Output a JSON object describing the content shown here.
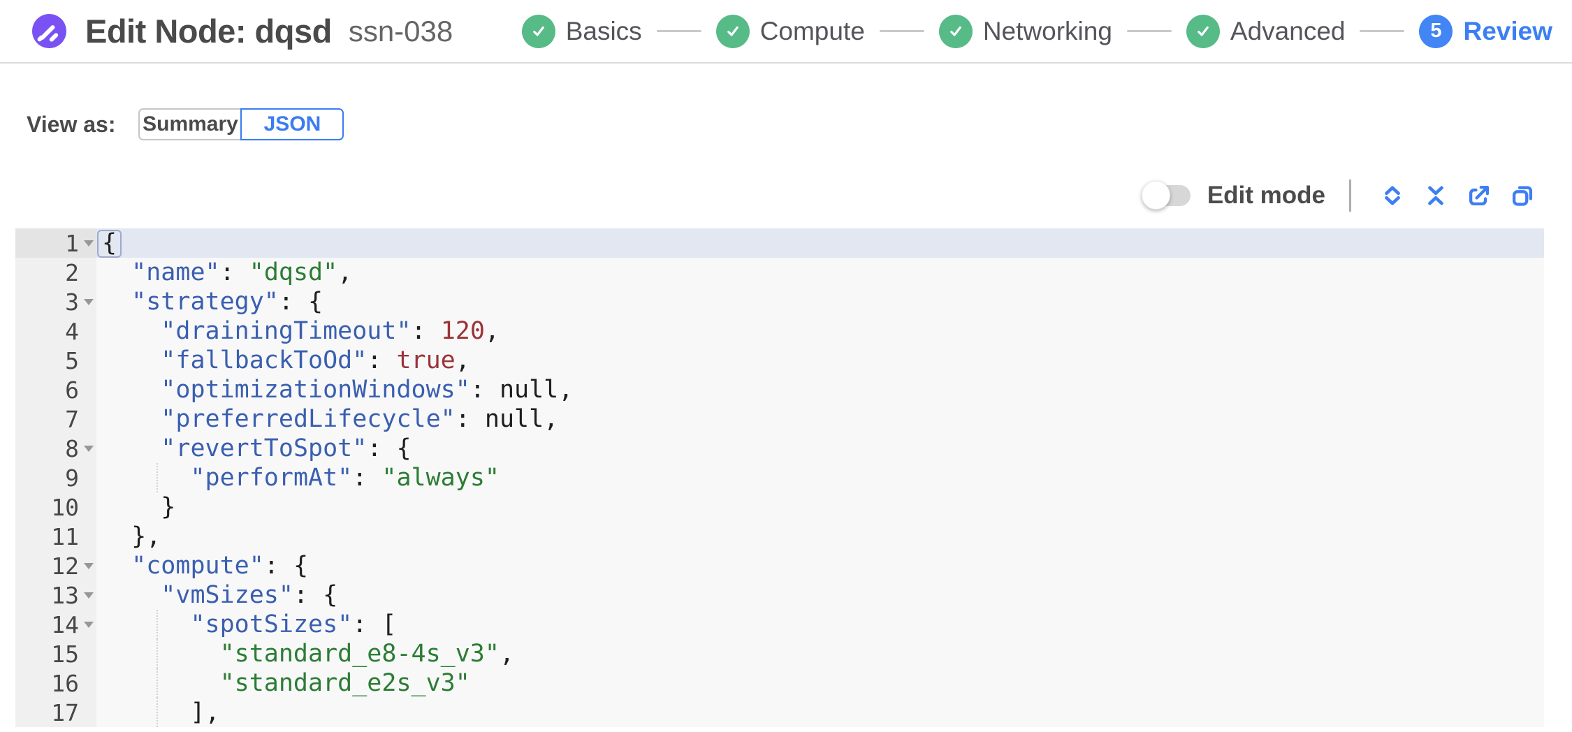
{
  "header": {
    "title": "Edit Node: dqsd",
    "subtitle": "ssn-038",
    "logo_icon": "spot-logo-icon",
    "steps": [
      {
        "label": "Basics",
        "status": "done"
      },
      {
        "label": "Compute",
        "status": "done"
      },
      {
        "label": "Networking",
        "status": "done"
      },
      {
        "label": "Advanced",
        "status": "done"
      },
      {
        "label": "Review",
        "status": "active",
        "number": "5"
      }
    ]
  },
  "view_as": {
    "label": "View as:",
    "options": [
      {
        "label": "Summary",
        "selected": false
      },
      {
        "label": "JSON",
        "selected": true
      }
    ]
  },
  "toolbar": {
    "edit_mode_label": "Edit mode",
    "edit_mode_on": false,
    "icons": [
      "expand-all-icon",
      "collapse-all-icon",
      "export-icon",
      "copy-icon"
    ]
  },
  "colors": {
    "accent_blue": "#3b7cf0",
    "step_green": "#57bb87",
    "logo_purple": "#7a52f4",
    "token_key": "#3a5fb0",
    "token_string": "#2c7c35",
    "token_number": "#9a3439",
    "active_line": "#e2e7f2"
  },
  "editor": {
    "lines": [
      {
        "n": "1",
        "fold": true,
        "active": true,
        "guide": false,
        "tokens": [
          {
            "c": "brk",
            "v": "{"
          }
        ]
      },
      {
        "n": "2",
        "fold": false,
        "active": false,
        "guide": false,
        "tokens": [
          {
            "c": "pln",
            "v": "  "
          },
          {
            "c": "key",
            "v": "\"name\""
          },
          {
            "c": "pln",
            "v": ": "
          },
          {
            "c": "str",
            "v": "\"dqsd\""
          },
          {
            "c": "pln",
            "v": ","
          }
        ]
      },
      {
        "n": "3",
        "fold": true,
        "active": false,
        "guide": false,
        "tokens": [
          {
            "c": "pln",
            "v": "  "
          },
          {
            "c": "key",
            "v": "\"strategy\""
          },
          {
            "c": "pln",
            "v": ": {"
          }
        ]
      },
      {
        "n": "4",
        "fold": false,
        "active": false,
        "guide": false,
        "tokens": [
          {
            "c": "pln",
            "v": "    "
          },
          {
            "c": "key",
            "v": "\"drainingTimeout\""
          },
          {
            "c": "pln",
            "v": ": "
          },
          {
            "c": "num",
            "v": "120"
          },
          {
            "c": "pln",
            "v": ","
          }
        ]
      },
      {
        "n": "5",
        "fold": false,
        "active": false,
        "guide": false,
        "tokens": [
          {
            "c": "pln",
            "v": "    "
          },
          {
            "c": "key",
            "v": "\"fallbackToOd\""
          },
          {
            "c": "pln",
            "v": ": "
          },
          {
            "c": "num",
            "v": "true"
          },
          {
            "c": "pln",
            "v": ","
          }
        ]
      },
      {
        "n": "6",
        "fold": false,
        "active": false,
        "guide": false,
        "tokens": [
          {
            "c": "pln",
            "v": "    "
          },
          {
            "c": "key",
            "v": "\"optimizationWindows\""
          },
          {
            "c": "pln",
            "v": ": null,"
          }
        ]
      },
      {
        "n": "7",
        "fold": false,
        "active": false,
        "guide": false,
        "tokens": [
          {
            "c": "pln",
            "v": "    "
          },
          {
            "c": "key",
            "v": "\"preferredLifecycle\""
          },
          {
            "c": "pln",
            "v": ": null,"
          }
        ]
      },
      {
        "n": "8",
        "fold": true,
        "active": false,
        "guide": false,
        "tokens": [
          {
            "c": "pln",
            "v": "    "
          },
          {
            "c": "key",
            "v": "\"revertToSpot\""
          },
          {
            "c": "pln",
            "v": ": {"
          }
        ]
      },
      {
        "n": "9",
        "fold": false,
        "active": false,
        "guide": true,
        "tokens": [
          {
            "c": "pln",
            "v": "      "
          },
          {
            "c": "key",
            "v": "\"performAt\""
          },
          {
            "c": "pln",
            "v": ": "
          },
          {
            "c": "str",
            "v": "\"always\""
          }
        ]
      },
      {
        "n": "10",
        "fold": false,
        "active": false,
        "guide": false,
        "tokens": [
          {
            "c": "pln",
            "v": "    }"
          }
        ]
      },
      {
        "n": "11",
        "fold": false,
        "active": false,
        "guide": false,
        "tokens": [
          {
            "c": "pln",
            "v": "  },"
          }
        ]
      },
      {
        "n": "12",
        "fold": true,
        "active": false,
        "guide": false,
        "tokens": [
          {
            "c": "pln",
            "v": "  "
          },
          {
            "c": "key",
            "v": "\"compute\""
          },
          {
            "c": "pln",
            "v": ": {"
          }
        ]
      },
      {
        "n": "13",
        "fold": true,
        "active": false,
        "guide": false,
        "tokens": [
          {
            "c": "pln",
            "v": "    "
          },
          {
            "c": "key",
            "v": "\"vmSizes\""
          },
          {
            "c": "pln",
            "v": ": {"
          }
        ]
      },
      {
        "n": "14",
        "fold": true,
        "active": false,
        "guide": true,
        "tokens": [
          {
            "c": "pln",
            "v": "      "
          },
          {
            "c": "key",
            "v": "\"spotSizes\""
          },
          {
            "c": "pln",
            "v": ": ["
          }
        ]
      },
      {
        "n": "15",
        "fold": false,
        "active": false,
        "guide": true,
        "tokens": [
          {
            "c": "pln",
            "v": "        "
          },
          {
            "c": "str",
            "v": "\"standard_e8-4s_v3\""
          },
          {
            "c": "pln",
            "v": ","
          }
        ]
      },
      {
        "n": "16",
        "fold": false,
        "active": false,
        "guide": true,
        "tokens": [
          {
            "c": "pln",
            "v": "        "
          },
          {
            "c": "str",
            "v": "\"standard_e2s_v3\""
          }
        ]
      },
      {
        "n": "17",
        "fold": false,
        "active": false,
        "guide": true,
        "tokens": [
          {
            "c": "pln",
            "v": "      ],"
          }
        ]
      }
    ]
  }
}
